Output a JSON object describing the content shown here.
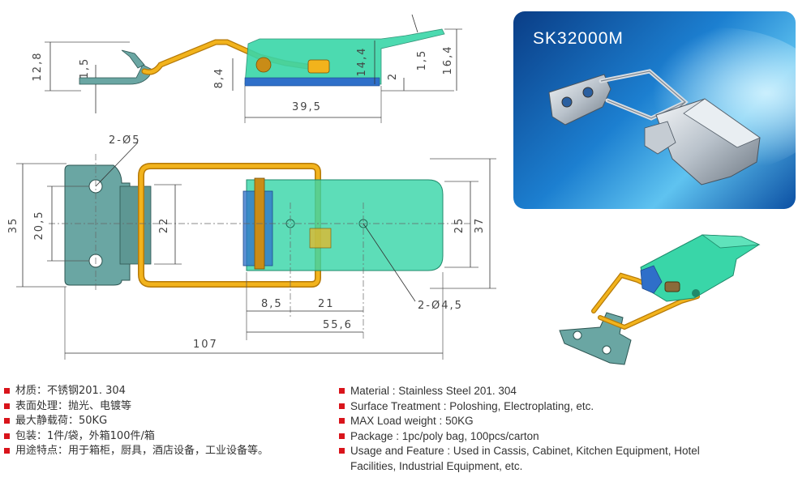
{
  "product": {
    "model": "SK32000M"
  },
  "dimensions": {
    "top_view": [
      "12,8",
      "1,5",
      "8,4",
      "14,4",
      "2",
      "1,5",
      "16,4",
      "39,5"
    ],
    "front_view": [
      "2-Ø5",
      "35",
      "20,5",
      "22",
      "25",
      "37",
      "2-Ø4,5",
      "8,5",
      "21",
      "55,6",
      "107"
    ]
  },
  "specs_cn": [
    "材质：不锈钢201. 304",
    "表面处理：抛光、电镀等",
    "最大静载荷：50KG",
    "包装：1件/袋，外箱100件/箱",
    "用途特点：用于箱柜，厨具，酒店设备，工业设备等。"
  ],
  "specs_en": [
    "Material : Stainless Steel 201. 304",
    "Surface Treatment : Poloshing, Electroplating, etc.",
    "MAX Load weight : 50KG",
    "Package : 1pc/poly bag,  100pcs/carton",
    "Usage and Feature : Used in Cassis, Cabinet, Kitchen Equipment, Hotel Facilities, Industrial Equipment, etc."
  ],
  "colors": {
    "latch": "#39d6a8",
    "wire": "#f2b31c",
    "plate": "#6aa6a3",
    "bullet": "#d9141b",
    "hinge": "#2f6fc9"
  }
}
